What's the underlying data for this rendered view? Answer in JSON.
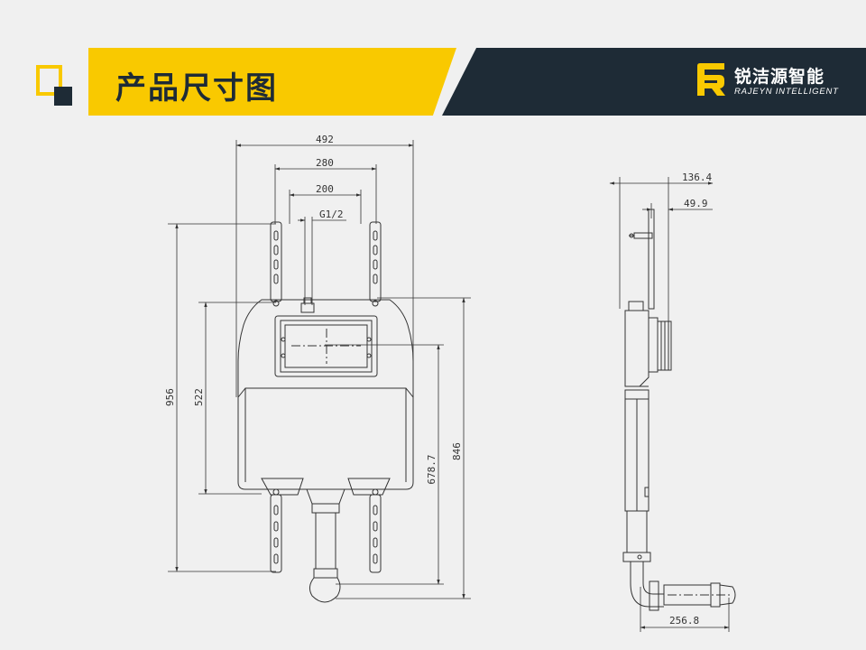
{
  "header": {
    "title": "产品尺寸图",
    "brand_name_cn": "锐洁源智能",
    "brand_name_en": "RAJEYN INTELLIGENT"
  },
  "dimensions": {
    "front": {
      "width_total": "492",
      "width_frame": "280",
      "width_inner": "200",
      "pipe_thread": "G1/2",
      "height_total": "956",
      "height_box": "522",
      "height_outlet": "678.7",
      "height_frame": "846"
    },
    "side": {
      "depth_total": "136.4",
      "depth_plate": "49.9",
      "pipe_offset": "256.8"
    }
  },
  "colors": {
    "yellow": "#f9c900",
    "navy": "#1e2b36",
    "background": "#f0f0f0",
    "line": "#333333"
  }
}
